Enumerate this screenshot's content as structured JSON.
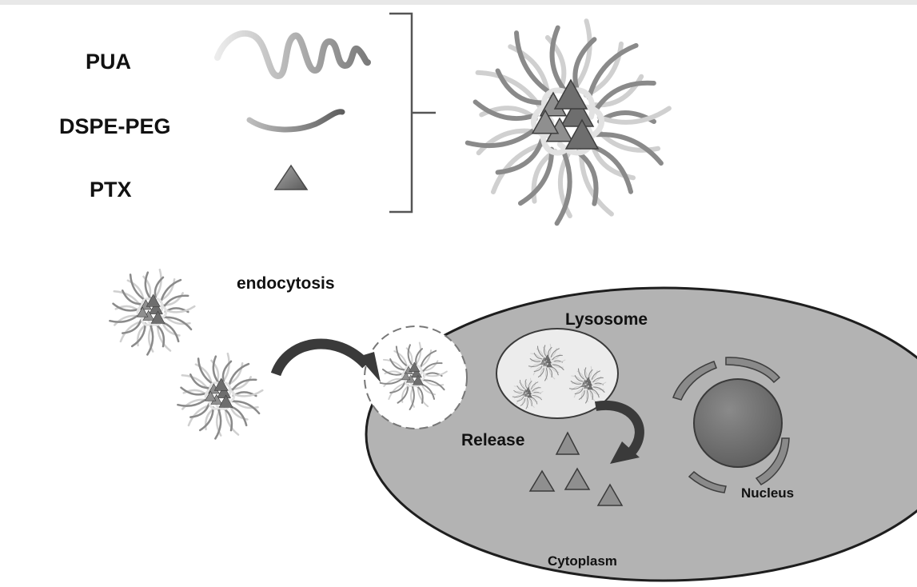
{
  "legend": {
    "pua": "PUA",
    "dspe_peg": "DSPE-PEG",
    "ptx": "PTX"
  },
  "process": {
    "endocytosis": "endocytosis",
    "lysosome": "Lysosome",
    "release": "Release",
    "nucleus": "Nucleus",
    "cytoplasm": "Cytoplasm"
  },
  "colors": {
    "cell_fill": "#b3b3b3",
    "lysosome_fill": "#ececec",
    "nucleus_fill": "#737373",
    "drug_fill": "#8f8f8f",
    "chain_light": "#cfcfcf",
    "chain_dark": "#7a7a7a",
    "arrow": "#444444"
  }
}
